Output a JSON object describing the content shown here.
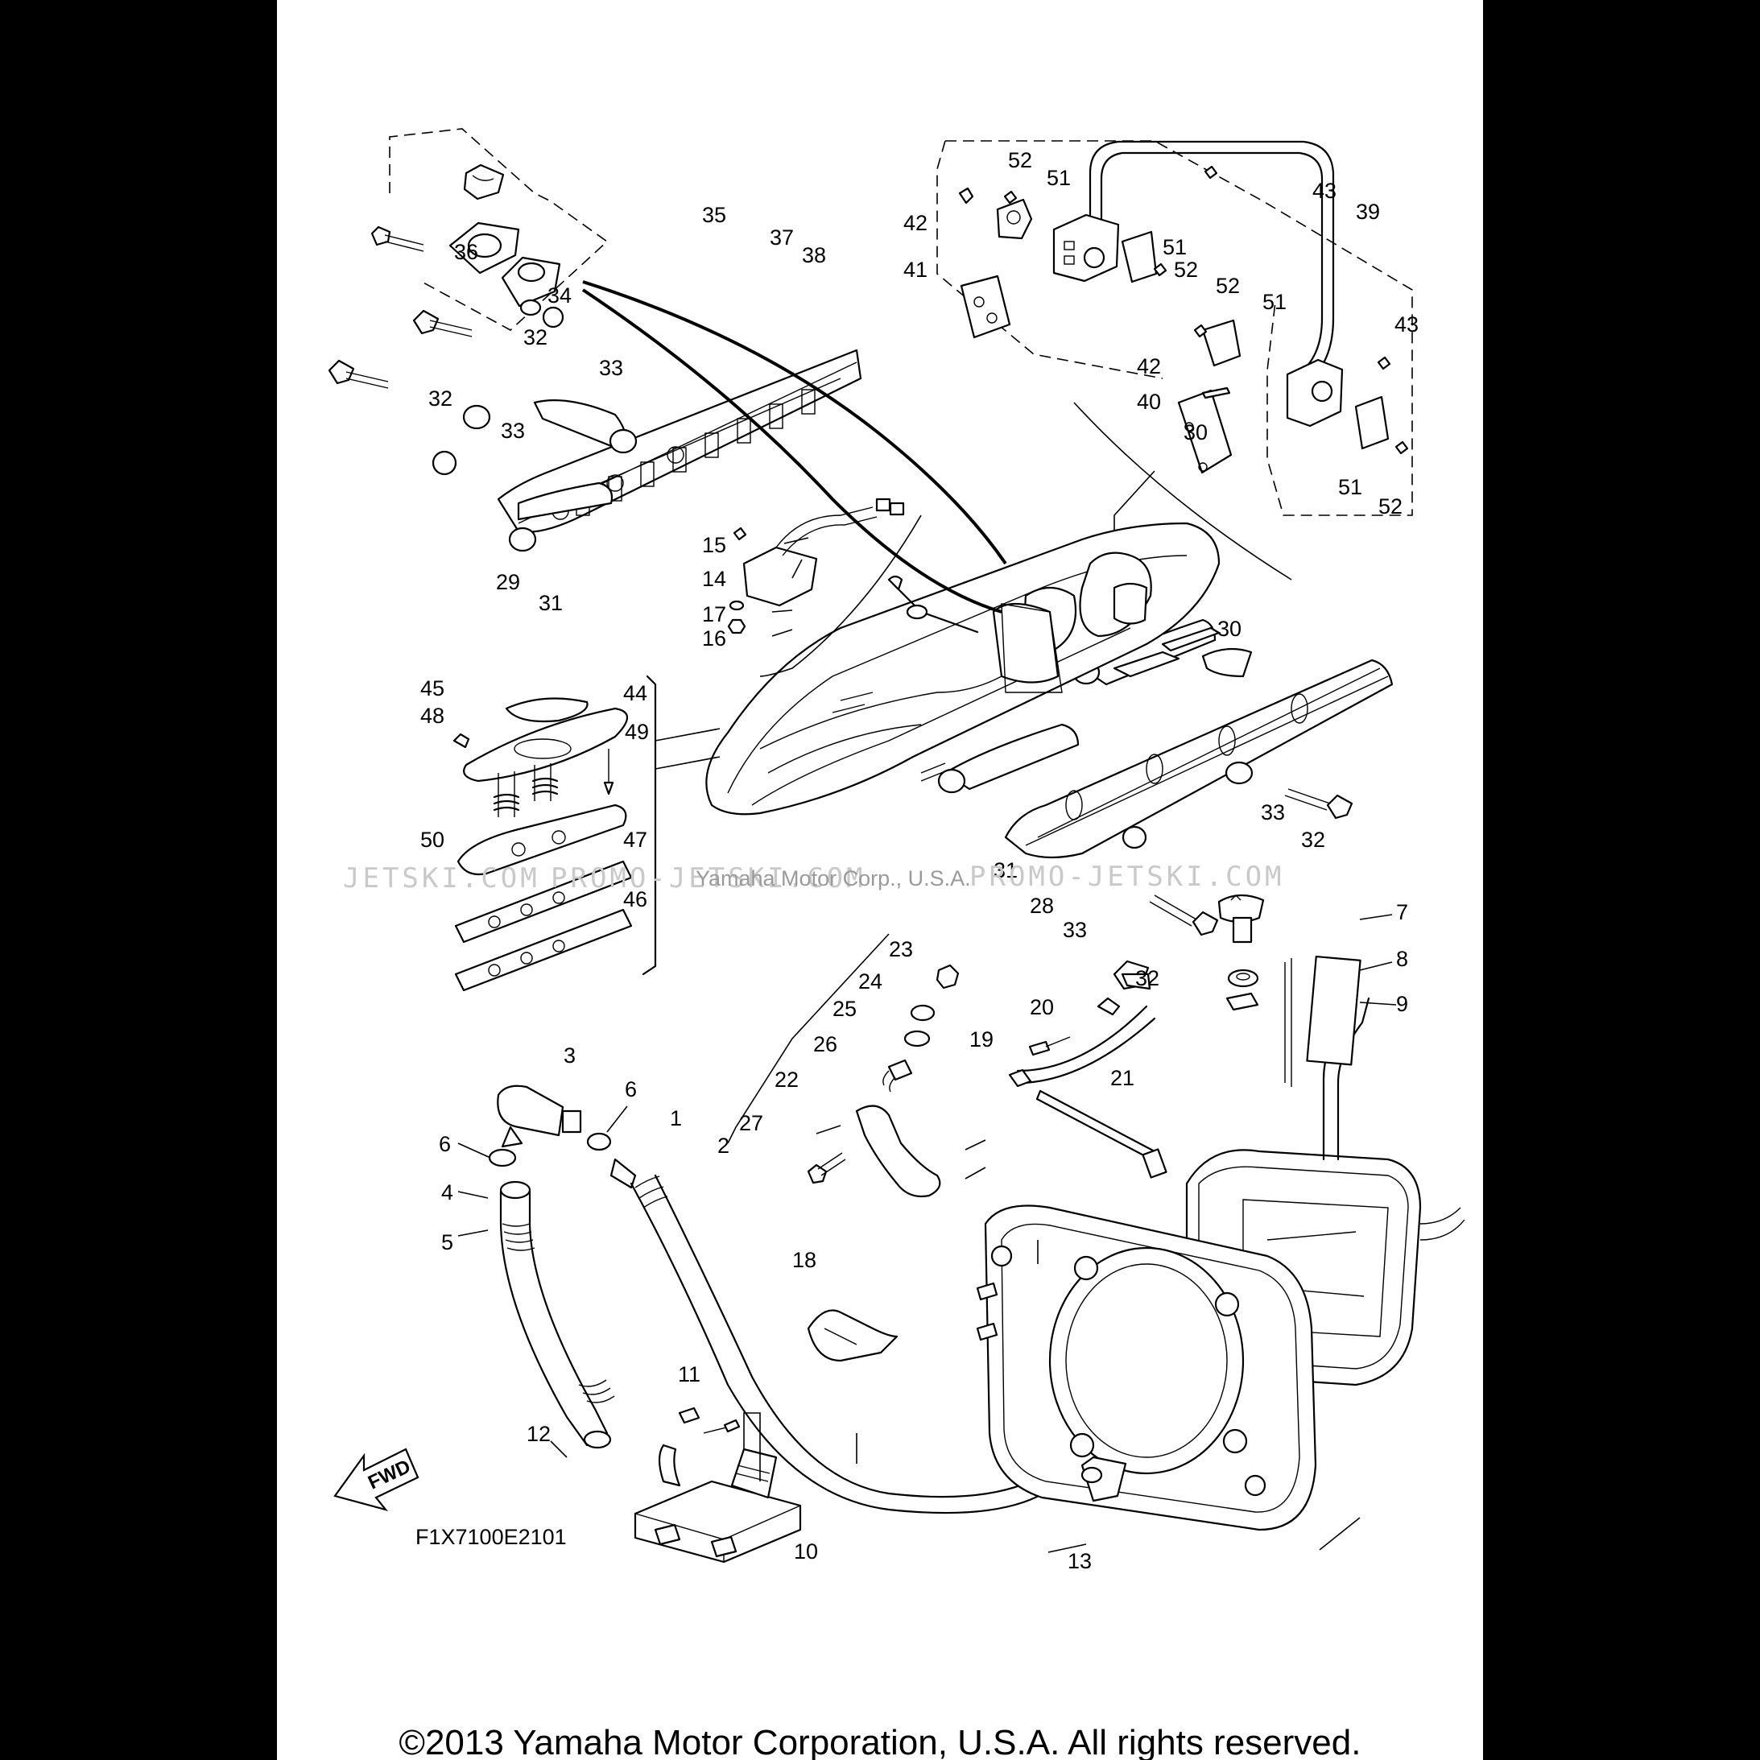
{
  "diagram": {
    "code": "F1X7100E2101",
    "fwd_label": "FWD",
    "watermark": "JETSKI.COM  PROMO-JETSKI.COM  Yamaha Motor Corp.,  U.S.A.  PROMO-JETSKI.COM",
    "watermark_left": "JETSKI.COM",
    "watermark_mid": "PROMO-JETSKI.COM",
    "watermark_center": "Yamaha Motor Corp., U.S.A.",
    "watermark_right": "PROMO-JETSKI.COM",
    "copyright": "©2013 Yamaha Motor Corporation, U.S.A. All rights reserved.",
    "callouts": [
      "1",
      "2",
      "3",
      "4",
      "5",
      "6",
      "6",
      "7",
      "8",
      "9",
      "10",
      "11",
      "12",
      "13",
      "14",
      "15",
      "16",
      "17",
      "18",
      "19",
      "20",
      "21",
      "22",
      "23",
      "24",
      "25",
      "26",
      "27",
      "28",
      "29",
      "30",
      "30",
      "31",
      "31",
      "32",
      "32",
      "32",
      "32",
      "33",
      "33",
      "33",
      "33",
      "34",
      "35",
      "36",
      "37",
      "38",
      "39",
      "40",
      "41",
      "42",
      "42",
      "43",
      "43",
      "44",
      "45",
      "46",
      "47",
      "48",
      "49",
      "50",
      "51",
      "51",
      "51",
      "51",
      "52",
      "52",
      "52",
      "52"
    ]
  }
}
